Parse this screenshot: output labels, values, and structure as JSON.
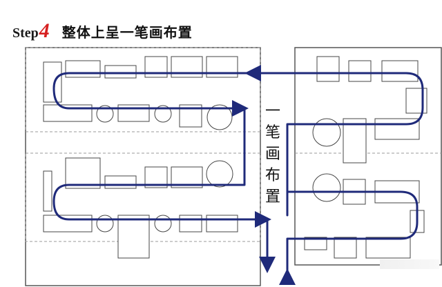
{
  "title": {
    "step_word": "Step",
    "step_number": "4",
    "heading": "整体上呈一笔画布置"
  },
  "side_label": {
    "chars": [
      "一",
      "笔",
      "画",
      "布",
      "置"
    ]
  },
  "colors": {
    "flow_line": "#1f2a7a",
    "building_border": "#555555",
    "zone_border": "#9a9a9a",
    "step_number": "#d62020"
  }
}
